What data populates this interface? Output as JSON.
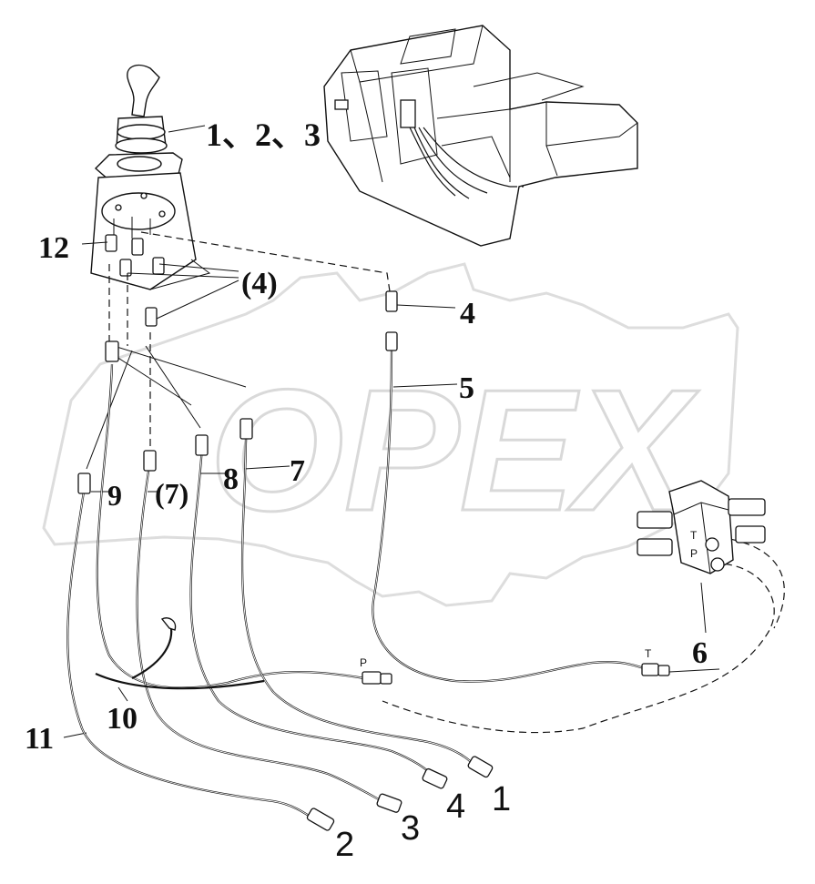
{
  "watermark": "OPEX",
  "callouts": {
    "c123": "1、2、3",
    "c12": "12",
    "c4paren": "(4)",
    "c4": "4",
    "c5": "5",
    "c7": "7",
    "c8": "8",
    "c7paren": "(7)",
    "c9": "9",
    "c6": "6",
    "c10": "10",
    "c11": "11",
    "end1": "1",
    "end2": "2",
    "end3": "3",
    "end4": "4"
  },
  "valve_ports": {
    "P": "P",
    "T": "T",
    "hoseP": "P",
    "hoseT": "T"
  }
}
